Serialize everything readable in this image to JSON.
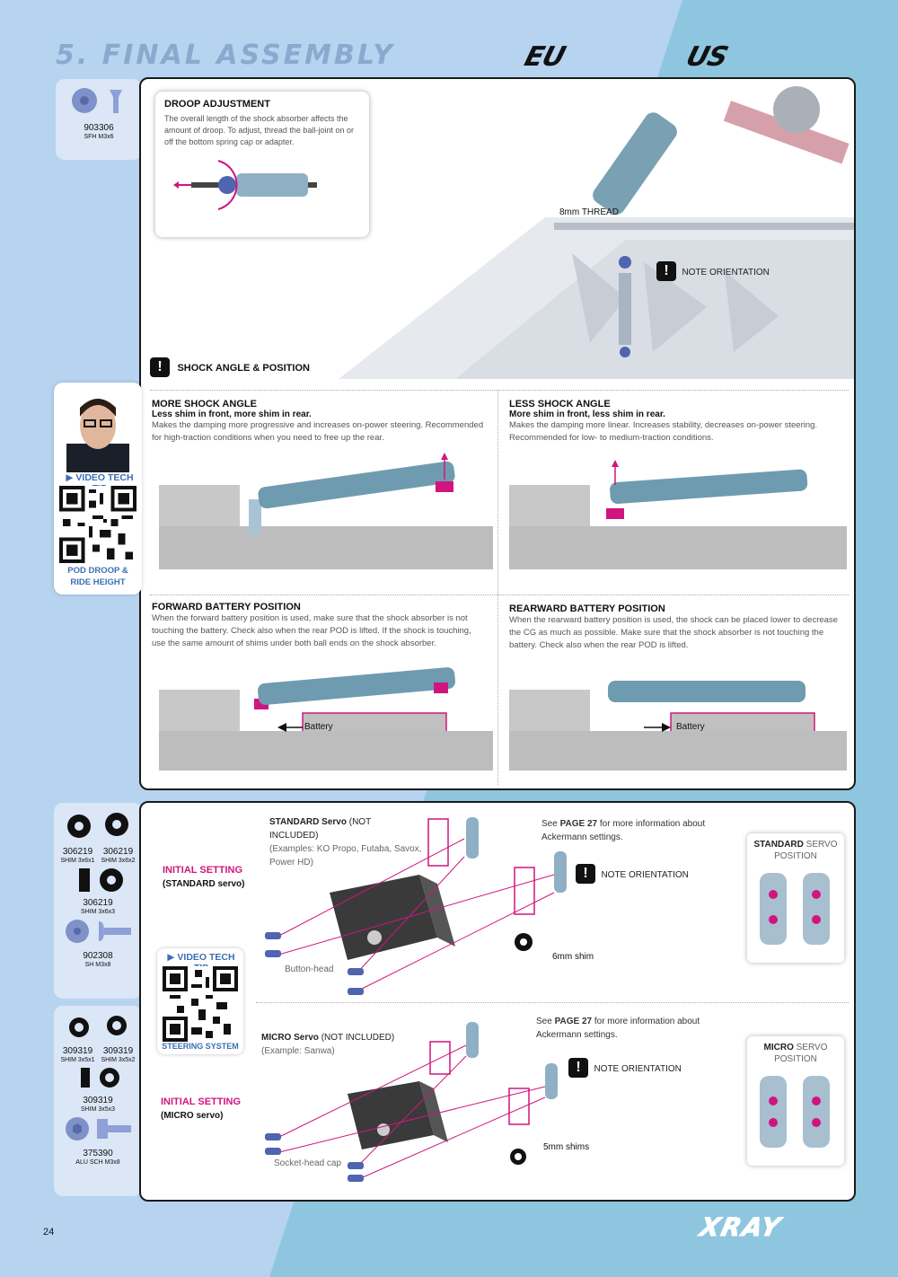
{
  "header": {
    "title": "5. FINAL ASSEMBLY",
    "logo_eu": "EU",
    "logo_us": "US"
  },
  "parts_top": {
    "code": "903306",
    "desc": "SFH M3x6"
  },
  "droop": {
    "title": "DROOP ADJUSTMENT",
    "text": "The overall length of the shock absorber affects the amount of droop. To adjust, thread the ball-joint on or off the bottom spring cap or adapter."
  },
  "callouts": {
    "thread": "8mm THREAD",
    "note": "NOTE ORIENTATION",
    "shock_angle": "SHOCK ANGLE & POSITION"
  },
  "video_tip": {
    "label": "VIDEO TECH TIP",
    "caption1": "POD DROOP & RIDE HEIGHT",
    "caption2": "STEERING SYSTEM"
  },
  "more_angle": {
    "title": "MORE SHOCK ANGLE",
    "sub": "Less shim in front, more shim in rear.",
    "text": "Makes the damping more progressive and increases on-power steering. Recommended for high-traction conditions when you need to free up the rear."
  },
  "less_angle": {
    "title": "LESS SHOCK ANGLE",
    "sub": "More shim in front, less shim in rear.",
    "text": "Makes the damping more linear. Increases stability, decreases on-power steering. Recommended for low- to medium-traction conditions."
  },
  "fwd_batt": {
    "title": "FORWARD BATTERY POSITION",
    "text": "When the forward battery position is used, make sure that the shock absorber is not touching the battery. Check also when the rear POD is lifted. If the shock is touching, use the same amount of shims under both ball ends on the shock absorber.",
    "label": "Battery"
  },
  "rwd_batt": {
    "title": "REARWARD BATTERY POSITION",
    "text": "When the rearward battery position is used, the shock can be placed lower to decrease the CG as much as possible. Make sure that the shock absorber is not touching the battery. Check also when the rear POD is lifted.",
    "label": "Battery"
  },
  "parts_mid": [
    {
      "code": "306219",
      "desc": "SHIM 3x6x1"
    },
    {
      "code": "306219",
      "desc": "SHIM 3x6x2"
    },
    {
      "code": "306219",
      "desc": "SHIM 3x6x3"
    },
    {
      "code": "902308",
      "desc": "SH M3x8"
    }
  ],
  "parts_bot": [
    {
      "code": "309319",
      "desc": "SHIM 3x5x1"
    },
    {
      "code": "309319",
      "desc": "SHIM 3x5x2"
    },
    {
      "code": "309319",
      "desc": "SHIM 3x5x3"
    },
    {
      "code": "375390",
      "desc": "ALU SCH M3x8"
    }
  ],
  "std": {
    "name": "STANDARD",
    "servo": "Servo",
    "ni": "(NOT INCLUDED)",
    "examples": "(Examples: KO Propo, Futaba, Savox, Power HD)",
    "initial": "INITIAL SETTING",
    "initial_sub": "(STANDARD servo)",
    "see": "See",
    "page": "PAGE 27",
    "see_rest": "for more information about Ackermann settings.",
    "note": "NOTE ORIENTATION",
    "shim": "6mm shim",
    "screw": "Button-head",
    "pos_title": "STANDARD",
    "pos_sub": "SERVO POSITION"
  },
  "micro": {
    "name": "MICRO",
    "servo": "Servo",
    "ni": "(NOT INCLUDED)",
    "examples": "(Example: Sanwa)",
    "initial": "INITIAL SETTING",
    "initial_sub": "(MICRO servo)",
    "see": "See",
    "page": "PAGE 27",
    "see_rest": "for more information about Ackermann settings.",
    "note": "NOTE ORIENTATION",
    "shim": "5mm shims",
    "screw": "Socket-head cap",
    "pos_title": "MICRO",
    "pos_sub": "SERVO POSITION"
  },
  "footer": {
    "page": "24",
    "brand": "XRAY"
  }
}
